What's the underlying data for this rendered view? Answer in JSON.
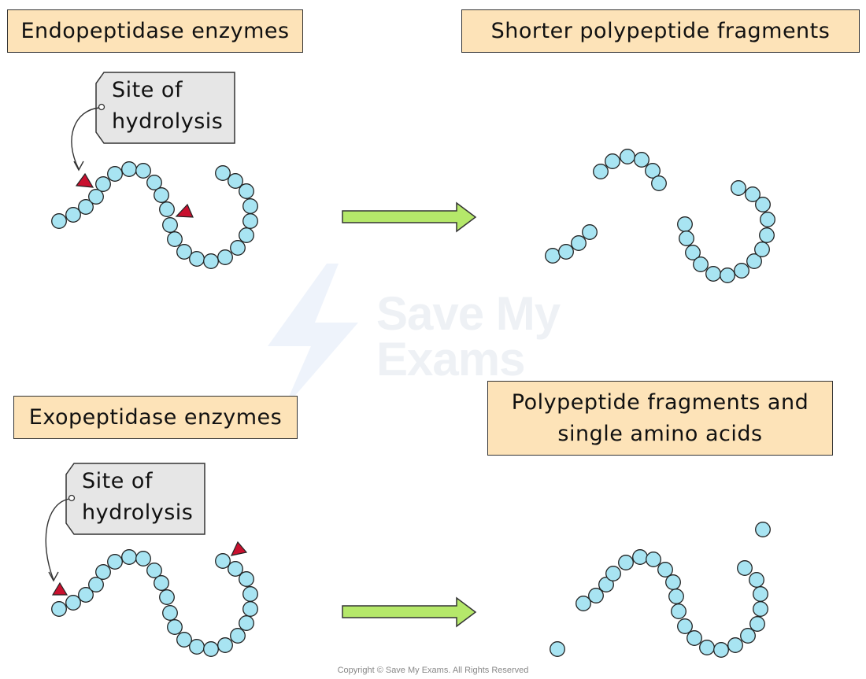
{
  "labels": {
    "endo_title": "Endopeptidase enzymes",
    "endo_result": "Shorter polypeptide fragments",
    "exo_title": "Exopeptidase enzymes",
    "exo_result_line1": "Polypeptide fragments and",
    "exo_result_line2": "single amino acids",
    "site_line1": "Site of",
    "site_line2": "hydrolysis"
  },
  "watermark": {
    "line1": "Save My",
    "line2": "Exams"
  },
  "copyright": "Copyright © Save My Exams. All Rights Reserved",
  "colors": {
    "label_fill": "#fde3b8",
    "tag_fill": "#e6e6e6",
    "amino_acid_fill": "#a8e4f2",
    "hydrolysis_marker": "#c8102e",
    "arrow_fill": "#b5e86a"
  }
}
